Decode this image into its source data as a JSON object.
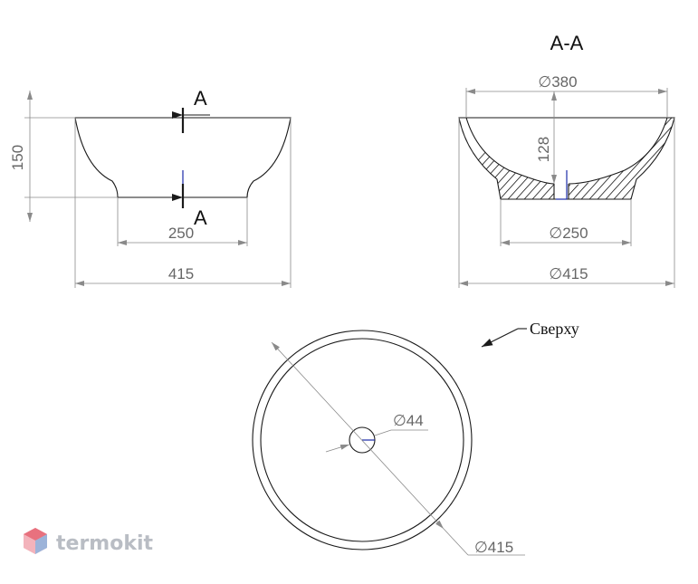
{
  "section_title": "A-A",
  "section_marker": "A",
  "top_view_label": "Сверху",
  "dimensions": {
    "front_height": "150",
    "front_base_width": "250",
    "front_overall_width": "415",
    "section_top_diameter": "∅380",
    "section_depth": "128",
    "section_base_diameter": "∅250",
    "section_overall_diameter": "∅415",
    "drain_diameter": "∅44",
    "plan_diameter": "∅415"
  },
  "logo": {
    "text": "termokit"
  },
  "colors": {
    "outline": "#1a1a1a",
    "dimension": "#8a8a8a",
    "dimension_text": "#666666",
    "axis": "#1a2aa8",
    "logo_red": "#e8717e",
    "logo_blue": "#7fb6e6"
  }
}
